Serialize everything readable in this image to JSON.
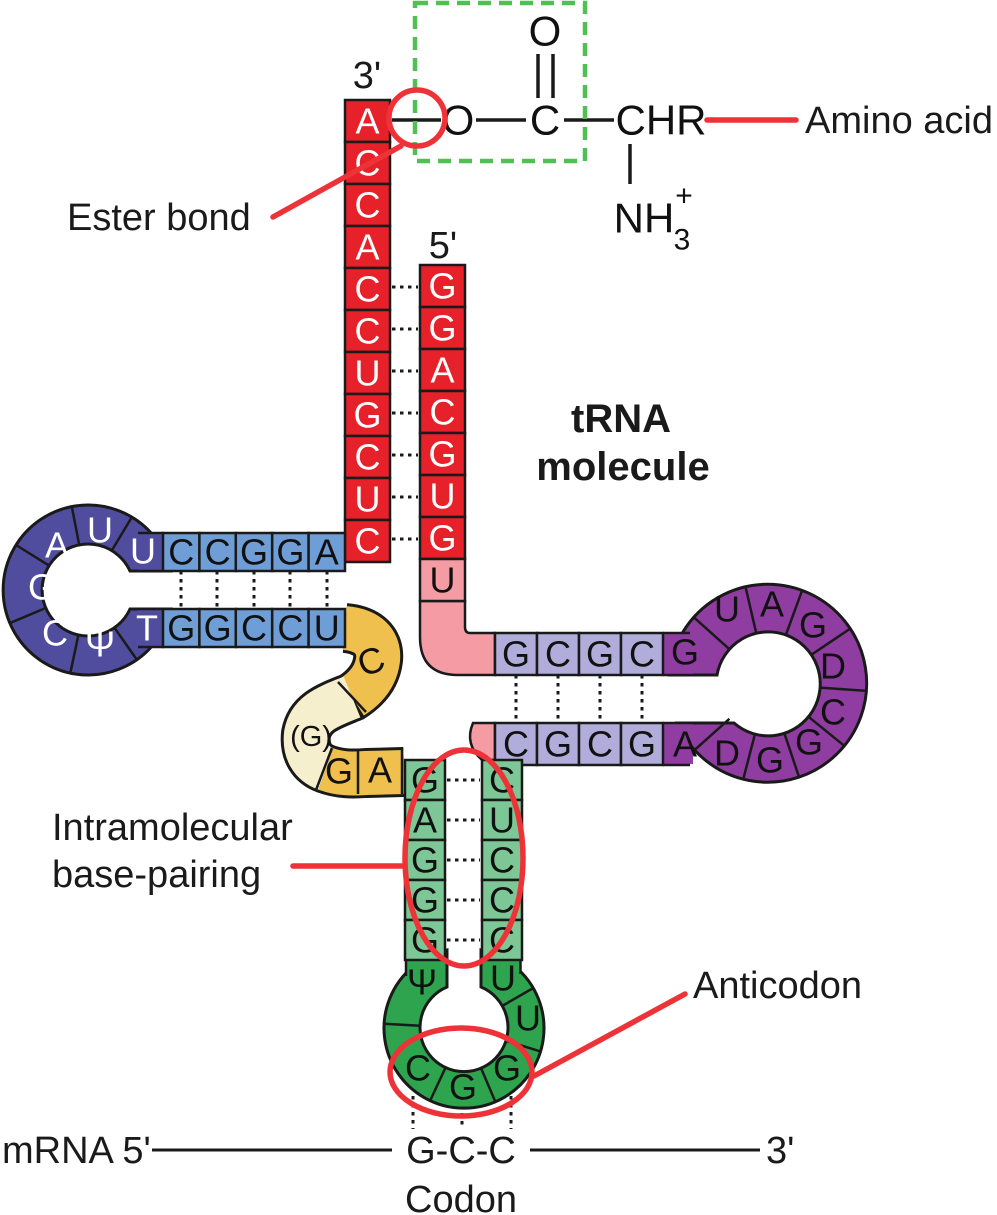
{
  "labels": {
    "three_prime_top": "3'",
    "five_prime": "5'",
    "ester_bond": "Ester bond",
    "amino_acid": "Amino acid",
    "trna_1": "tRNA",
    "trna_2": "molecule",
    "intra_1": "Intramolecular",
    "intra_2": "base-pairing",
    "anticodon": "Anticodon",
    "mrna_five": "mRNA 5'",
    "three_prime_right": "3'",
    "codon_seq": "G-C-C",
    "codon": "Codon"
  },
  "chem": {
    "o_top": "O",
    "c_carbonyl": "C",
    "o_ester": "O",
    "chr": "CHR",
    "nh": "NH",
    "nh_sub": "3",
    "nh_plus": "+"
  },
  "seq": {
    "a3": [
      "A",
      "C",
      "C",
      "A",
      "C",
      "C",
      "U",
      "G",
      "C",
      "U",
      "C"
    ],
    "a5": [
      "G",
      "G",
      "A",
      "C",
      "G",
      "U",
      "G"
    ],
    "linker_u": "U",
    "tTop": [
      "C",
      "C",
      "G",
      "G",
      "A"
    ],
    "tBottom": [
      "G",
      "G",
      "C",
      "C",
      "U"
    ],
    "tLoop": [
      "U",
      "U",
      "A",
      "G",
      "C",
      "Ψ",
      "T"
    ],
    "variable": [
      "C",
      "(G)",
      "G",
      "A"
    ],
    "rTop": [
      "G",
      "C",
      "G",
      "C"
    ],
    "rBottom": [
      "C",
      "G",
      "C",
      "G"
    ],
    "rLoop": [
      "G",
      "U",
      "A",
      "G",
      "D",
      "C",
      "G",
      "G",
      "D",
      "A"
    ],
    "acLeft": [
      "G",
      "A",
      "G",
      "G",
      "G"
    ],
    "acRight": [
      "C",
      "U",
      "C",
      "C",
      "C"
    ],
    "acLoop": [
      "Ψ",
      "C",
      "G",
      "G",
      "U",
      "U"
    ]
  },
  "colors": {
    "strand_red": "#e62129",
    "pink": "#f49ba4",
    "blue": "#6f9ed6",
    "indigo": "#514d9e",
    "lavender": "#b1addb",
    "purple": "#8f3da0",
    "yellow": "#efc04d",
    "cream": "#f5efcd",
    "green_light": "#7cc795",
    "green_dark": "#2da44d",
    "annotation_red": "#ee3338",
    "dashed_box_green": "#4fc153"
  }
}
